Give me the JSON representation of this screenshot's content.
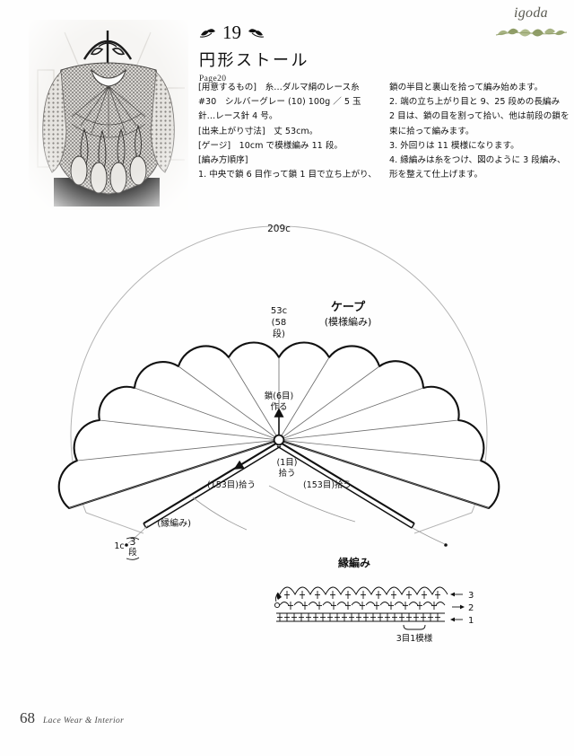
{
  "watermark": {
    "text": "igoda",
    "ornament_icon": "floral-vine-ornament"
  },
  "photo": {
    "alt_name": "circular-lace-stole-photo",
    "description": "Grayscale photo of a round crocheted lace stole on a wrought-iron hanger"
  },
  "heading": {
    "number": "19",
    "ornament_left_icon": "leaf-flourish-left",
    "ornament_right_icon": "leaf-flourish-right",
    "title": "円形ストール",
    "page_ref": "Page20"
  },
  "instructions": {
    "left_column": [
      "[用意するもの]　糸…ダルマ絹のレース糸",
      "#30　シルバーグレー (10) 100g ／ 5 玉",
      "針…レース針 4 号。",
      "[出来上がり寸法]　丈 53cm。",
      "[ゲージ]　10cm で模様編み 11 段。",
      "[編み方順序]",
      "1. 中央で鎖 6 目作って鎖 1 目で立ち上がり、"
    ],
    "right_column": [
      "鎖の半目と裏山を拾って編み始めます。",
      "2. 端の立ち上がり目と 9、25 段めの長編み",
      "2 目は、鎖の目を割って拾い、他は前段の鎖を",
      "束に拾って編みます。",
      "3. 外回りは 11 模様になります。",
      "4. 縁編みは糸をつけ、図のように 3 段編み、",
      "形を整えて仕上げます。"
    ]
  },
  "diagram": {
    "name": "circular-stole-schematic",
    "labels": {
      "outer_circumference": "209c",
      "length": "53c",
      "length_rows": "(58",
      "length_rows_unit": "段)",
      "cape_name": "ケープ",
      "cape_stitch": "(模様編み)",
      "center_chain": "鎖(6目)",
      "center_chain_make": "作る",
      "pick_one_stitch": "(1目)",
      "pick_one_stitch_verb": "拾う",
      "pick_left": "(153目)拾う",
      "pick_right": "(153目)拾う",
      "edging_callout": "(縁編み)",
      "corner_size": "1c",
      "corner_rows": "3",
      "corner_rows_unit": "段"
    }
  },
  "edging_chart": {
    "title": "縁編み",
    "row_markers": [
      "3",
      "2",
      "1"
    ],
    "repeat_label": "3目1模様",
    "arrow_icon": "left-arrow",
    "start_icon": "yarn-start-marker"
  },
  "footer": {
    "page_number": "68",
    "book_title": "Lace Wear & Interior"
  },
  "colors": {
    "ink": "#111111",
    "guide_line": "#9a9a9a",
    "watermark": "#5b5b52",
    "ornament": "#93a06c"
  }
}
